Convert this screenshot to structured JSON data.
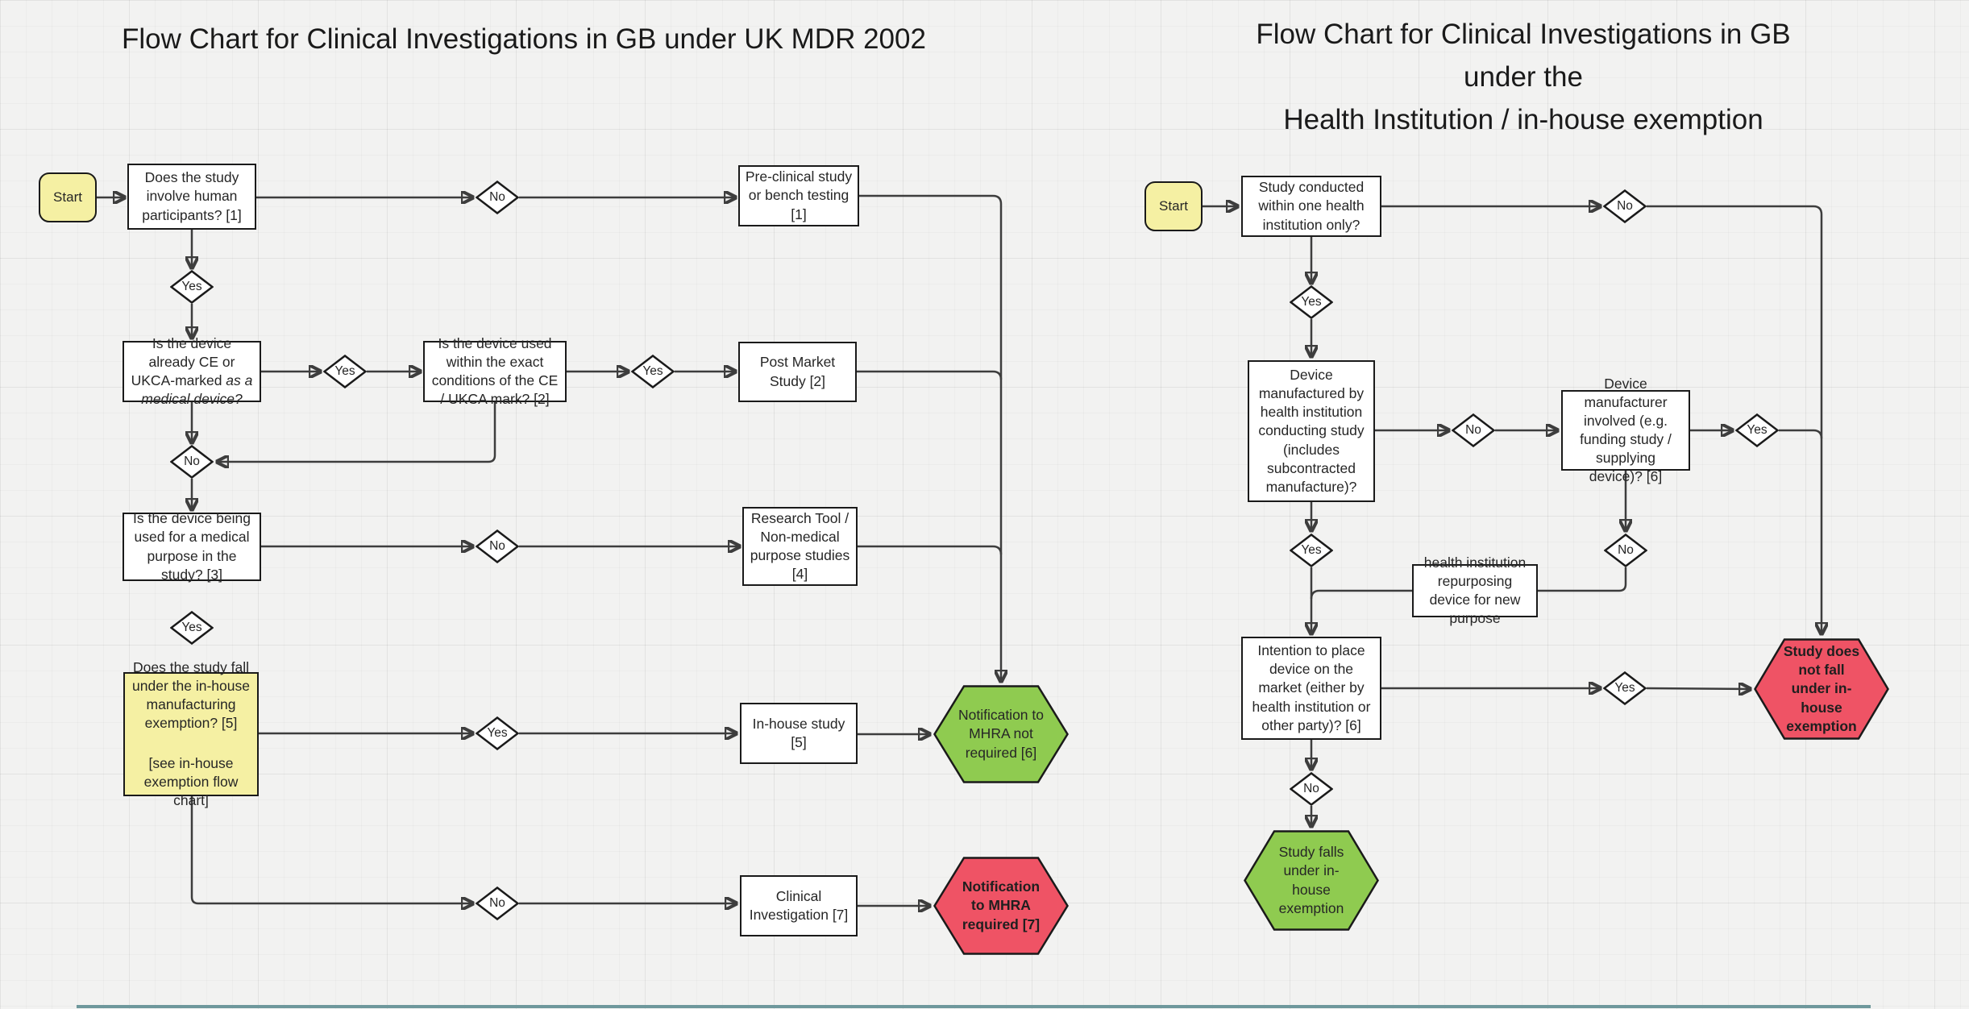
{
  "page": {
    "background": "#F2F2F1",
    "bottom_line_color": "#6E989C"
  },
  "colors": {
    "node_fill": "#FFFFFF",
    "node_stroke": "#1A1A1A",
    "start_yellow": "#F5F0A3",
    "green": "#8FCB50",
    "red": "#EF5365",
    "connector": "#3D3D3D"
  },
  "left": {
    "title": "Flow Chart for Clinical Investigations in GB under UK MDR 2002",
    "start": "Start",
    "q_human": "Does the study involve human participants? [1]",
    "no_human": "No",
    "out_preclinical": "Pre-clinical study or bench testing [1]",
    "yes_human": "Yes",
    "q_ce_plain": "Is the device already CE or UKCA-marked ",
    "q_ce_italic": "as a medical device?",
    "yes_ce": "Yes",
    "q_conditions": "Is the device used within the exact conditions of the CE / UKCA mark? [2]",
    "yes_conditions": "Yes",
    "out_postmarket": "Post Market Study [2]",
    "no_ce": "No",
    "q_medical": "Is the device being used for a medical purpose in the study? [3]",
    "no_medical": "No",
    "out_research": "Research Tool / Non-medical purpose studies [4]",
    "yes_medical": "Yes",
    "q_exemption_1": "Does the study fall under the in-house manufacturing exemption? [5]",
    "q_exemption_2": "[see in-house exemption flow chart]",
    "yes_exemption": "Yes",
    "out_inhouse": "In-house study [5]",
    "hex_not_required": "Notification to MHRA not required [6]",
    "no_exemption": "No",
    "out_clinical": "Clinical Investigation [7]",
    "hex_required": "Notification to MHRA required [7]"
  },
  "right": {
    "title_line1": "Flow Chart for Clinical Investigations in GB",
    "title_line2": "under the",
    "title_line3": "Health Institution / in-house exemption",
    "start": "Start",
    "q_one_institution": "Study conducted within one health institution only?",
    "no_one_institution": "No",
    "yes_one_institution": "Yes",
    "q_manufactured": "Device manufactured by health institution conducting study (includes subcontracted manufacture)?",
    "no_manufactured": "No",
    "q_manufacturer_involved": "Device manufacturer involved (e.g. funding study / supplying device)?  [6]",
    "yes_involved": "Yes",
    "yes_manufactured": "Yes",
    "no_involved": "No",
    "note_repurposing": "health institution repurposing device for new purpose",
    "q_market": "Intention to place device on the market (either by health institution or other party)? [6]",
    "yes_market": "Yes",
    "hex_not_fall": "Study does not fall under in-house exemption",
    "no_market": "No",
    "hex_falls": "Study falls under in-house exemption"
  }
}
